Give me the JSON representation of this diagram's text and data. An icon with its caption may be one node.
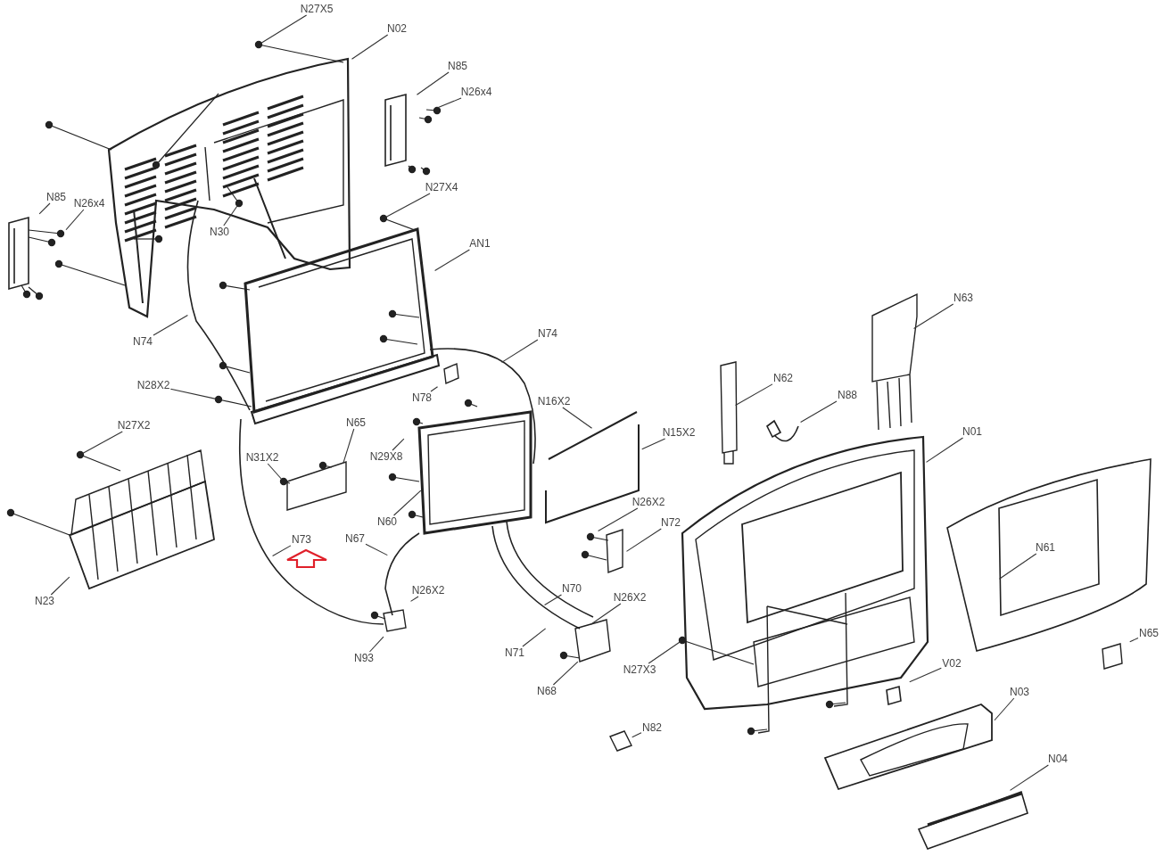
{
  "diagram": {
    "nodes": [
      {
        "text": [
          "N27X5"
        ]
      },
      {
        "text": [
          "N02"
        ]
      },
      {
        "text": [
          "N85"
        ]
      },
      {
        "text": [
          "N26x4"
        ]
      },
      {
        "text": [
          "N85"
        ]
      },
      {
        "text": [
          "N26x4"
        ]
      },
      {
        "text": [
          "N30"
        ]
      },
      {
        "text": [
          "N27X4"
        ]
      },
      {
        "text": [
          "AN1"
        ]
      },
      {
        "text": [
          "N74"
        ]
      },
      {
        "text": [
          "N28X2"
        ]
      },
      {
        "text": [
          "N74"
        ]
      },
      {
        "text": [
          "N78"
        ]
      },
      {
        "text": [
          "N63"
        ]
      },
      {
        "text": [
          "N62"
        ]
      },
      {
        "text": [
          "N88"
        ]
      },
      {
        "text": [
          "N16X2"
        ]
      },
      {
        "text": [
          "N15X2"
        ]
      },
      {
        "text": [
          "N01"
        ]
      },
      {
        "text": [
          "N27X2"
        ]
      },
      {
        "text": [
          "N65"
        ]
      },
      {
        "text": [
          "N31X2"
        ]
      },
      {
        "text": [
          "N29X8"
        ]
      },
      {
        "text": [
          "N60"
        ]
      },
      {
        "text": [
          "N26X2"
        ]
      },
      {
        "text": [
          "N72"
        ]
      },
      {
        "text": [
          "N61"
        ]
      },
      {
        "text": [
          "N73"
        ]
      },
      {
        "text": [
          "N67"
        ]
      },
      {
        "text": [
          "N26X2"
        ]
      },
      {
        "text": [
          "N70"
        ]
      },
      {
        "text": [
          "N26X2"
        ]
      },
      {
        "text": [
          "N65"
        ]
      },
      {
        "text": [
          "N23"
        ]
      },
      {
        "text": [
          "N93"
        ]
      },
      {
        "text": [
          "N71"
        ]
      },
      {
        "text": [
          "N68"
        ]
      },
      {
        "text": [
          "N27X3"
        ]
      },
      {
        "text": [
          "V02"
        ]
      },
      {
        "text": [
          "N03"
        ]
      },
      {
        "text": [
          "N82"
        ]
      },
      {
        "text": [
          "N04"
        ]
      }
    ],
    "edges": [
      {
        "from": 0,
        "to": null,
        "arrow": "none"
      },
      {
        "from": 1,
        "to": null,
        "arrow": "none"
      },
      {
        "from": 2,
        "to": null,
        "arrow": "none"
      },
      {
        "from": 3,
        "to": null,
        "arrow": "none"
      },
      {
        "from": 4,
        "to": null,
        "arrow": "none"
      },
      {
        "from": 5,
        "to": null,
        "arrow": "none"
      },
      {
        "from": 6,
        "to": null,
        "arrow": "none"
      },
      {
        "from": 7,
        "to": null,
        "arrow": "none"
      },
      {
        "from": 8,
        "to": null,
        "arrow": "none"
      },
      {
        "from": 9,
        "to": null,
        "arrow": "none"
      },
      {
        "from": 10,
        "to": null,
        "arrow": "none"
      },
      {
        "from": 11,
        "to": null,
        "arrow": "none"
      },
      {
        "from": 12,
        "to": null,
        "arrow": "none"
      },
      {
        "from": 13,
        "to": null,
        "arrow": "none"
      },
      {
        "from": 14,
        "to": null,
        "arrow": "none"
      },
      {
        "from": 15,
        "to": null,
        "arrow": "none"
      },
      {
        "from": 16,
        "to": null,
        "arrow": "none"
      },
      {
        "from": 17,
        "to": null,
        "arrow": "none"
      },
      {
        "from": 18,
        "to": null,
        "arrow": "none"
      },
      {
        "from": 19,
        "to": null,
        "arrow": "none"
      },
      {
        "from": 20,
        "to": null,
        "arrow": "none"
      },
      {
        "from": 21,
        "to": null,
        "arrow": "none"
      },
      {
        "from": 22,
        "to": null,
        "arrow": "none"
      },
      {
        "from": 23,
        "to": null,
        "arrow": "none"
      },
      {
        "from": 24,
        "to": null,
        "arrow": "none"
      },
      {
        "from": 25,
        "to": null,
        "arrow": "none"
      },
      {
        "from": 26,
        "to": null,
        "arrow": "none"
      },
      {
        "from": 27,
        "to": null,
        "arrow": "none"
      },
      {
        "from": 28,
        "to": null,
        "arrow": "none"
      },
      {
        "from": 29,
        "to": null,
        "arrow": "none"
      },
      {
        "from": 30,
        "to": null,
        "arrow": "none"
      },
      {
        "from": 31,
        "to": null,
        "arrow": "none"
      },
      {
        "from": 32,
        "to": null,
        "arrow": "none"
      },
      {
        "from": 33,
        "to": null,
        "arrow": "none"
      },
      {
        "from": 34,
        "to": null,
        "arrow": "none"
      },
      {
        "from": 35,
        "to": null,
        "arrow": "none"
      },
      {
        "from": 36,
        "to": null,
        "arrow": "none"
      },
      {
        "from": 37,
        "to": null,
        "arrow": "none"
      },
      {
        "from": 38,
        "to": null,
        "arrow": "none"
      },
      {
        "from": 39,
        "to": null,
        "arrow": "none"
      },
      {
        "from": 40,
        "to": null,
        "arrow": "none"
      },
      {
        "from": 41,
        "to": null,
        "arrow": "none"
      }
    ]
  }
}
